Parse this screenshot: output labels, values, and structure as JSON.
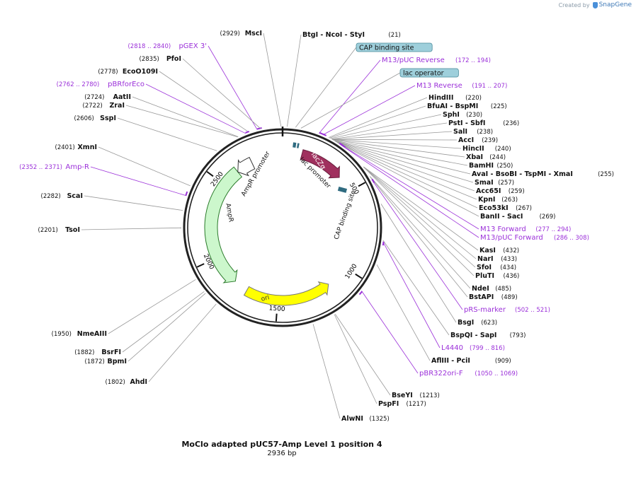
{
  "watermark": {
    "created_by": "Created by",
    "brand": "SnapGene"
  },
  "plasmid": {
    "name": "MoClo adapted pUC57-Amp Level 1 position 4",
    "size_label": "2936 bp",
    "length": 2936
  },
  "colors": {
    "backbone": "#222222",
    "enzyme_line": "#888888",
    "primer": "#9b30d9",
    "feature_label_bg": "#9ecfdb",
    "lacZa": "#a0305e",
    "ampR": "#ccf7cc",
    "ampR_promoter": "#ffffff",
    "ori": "#ffff00",
    "cap_site": "#2f6b80"
  },
  "ticks": [
    {
      "label": "500",
      "pos": 500
    },
    {
      "label": "1000",
      "pos": 1000
    },
    {
      "label": "1500",
      "pos": 1500
    },
    {
      "label": "2000",
      "pos": 2000
    },
    {
      "label": "2500",
      "pos": 2500
    }
  ],
  "features": {
    "lacZa": "lacZα",
    "lac_promoter": "lac promoter",
    "cap_binding_site": "CAP binding site",
    "ampR_promoter": "AmpR promoter",
    "ampR": "AmpR",
    "ori": "ori",
    "lac_operator_small": "lac operator"
  },
  "right_labels": [
    {
      "name": "BtgI - NcoI - StyI",
      "pos": "(21)",
      "type": "enzyme"
    },
    {
      "name": "CAP binding site",
      "pos": "",
      "type": "feature"
    },
    {
      "name": "M13/pUC Reverse",
      "pos": "(172 .. 194)",
      "type": "primer"
    },
    {
      "name": "lac operator",
      "pos": "",
      "type": "feature"
    },
    {
      "name": "M13 Reverse",
      "pos": "(191 .. 207)",
      "type": "primer"
    },
    {
      "name": "HindIII",
      "pos": "(220)",
      "type": "enzyme"
    },
    {
      "name": "BfuAI - BspMI",
      "pos": "(225)",
      "type": "enzyme"
    },
    {
      "name": "SphI",
      "pos": "(230)",
      "type": "enzyme"
    },
    {
      "name": "PstI - SbfI",
      "pos": "(236)",
      "type": "enzyme"
    },
    {
      "name": "SalI",
      "pos": "(238)",
      "type": "enzyme"
    },
    {
      "name": "AccI",
      "pos": "(239)",
      "type": "enzyme"
    },
    {
      "name": "HincII",
      "pos": "(240)",
      "type": "enzyme"
    },
    {
      "name": "XbaI",
      "pos": "(244)",
      "type": "enzyme"
    },
    {
      "name": "BamHI",
      "pos": "(250)",
      "type": "enzyme"
    },
    {
      "name": "AvaI - BsoBI - TspMI - XmaI",
      "pos": "(255)",
      "type": "enzyme"
    },
    {
      "name": "SmaI",
      "pos": "(257)",
      "type": "enzyme"
    },
    {
      "name": "Acc65I",
      "pos": "(259)",
      "type": "enzyme"
    },
    {
      "name": "KpnI",
      "pos": "(263)",
      "type": "enzyme"
    },
    {
      "name": "Eco53kI",
      "pos": "(267)",
      "type": "enzyme"
    },
    {
      "name": "BanII - SacI",
      "pos": "(269)",
      "type": "enzyme"
    },
    {
      "name": "M13 Forward",
      "pos": "(277 .. 294)",
      "type": "primer"
    },
    {
      "name": "M13/pUC Forward",
      "pos": "(286 .. 308)",
      "type": "primer"
    },
    {
      "name": "KasI",
      "pos": "(432)",
      "type": "enzyme"
    },
    {
      "name": "NarI",
      "pos": "(433)",
      "type": "enzyme"
    },
    {
      "name": "SfoI",
      "pos": "(434)",
      "type": "enzyme"
    },
    {
      "name": "PluTI",
      "pos": "(436)",
      "type": "enzyme"
    },
    {
      "name": "NdeI",
      "pos": "(485)",
      "type": "enzyme"
    },
    {
      "name": "BstAPI",
      "pos": "(489)",
      "type": "enzyme"
    },
    {
      "name": "pRS-marker",
      "pos": "(502 .. 521)",
      "type": "primer"
    },
    {
      "name": "BsgI",
      "pos": "(623)",
      "type": "enzyme"
    },
    {
      "name": "BspQI - SapI",
      "pos": "(793)",
      "type": "enzyme"
    },
    {
      "name": "L4440",
      "pos": "(799 .. 816)",
      "type": "primer"
    },
    {
      "name": "AflIII - PciI",
      "pos": "(909)",
      "type": "enzyme"
    },
    {
      "name": "pBR322ori-F",
      "pos": "(1050 .. 1069)",
      "type": "primer"
    },
    {
      "name": "BseYI",
      "pos": "(1213)",
      "type": "enzyme"
    },
    {
      "name": "PspFI",
      "pos": "(1217)",
      "type": "enzyme"
    },
    {
      "name": "AlwNI",
      "pos": "(1325)",
      "type": "enzyme"
    }
  ],
  "left_labels": [
    {
      "name": "MscI",
      "pos": "(2929)",
      "type": "enzyme"
    },
    {
      "name": "pGEX 3'",
      "pos": "(2818 .. 2840)",
      "type": "primer"
    },
    {
      "name": "PfoI",
      "pos": "(2835)",
      "type": "enzyme"
    },
    {
      "name": "EcoO109I",
      "pos": "(2778)",
      "type": "enzyme"
    },
    {
      "name": "pBRforEco",
      "pos": "(2762 .. 2780)",
      "type": "primer"
    },
    {
      "name": "AatII",
      "pos": "(2724)",
      "type": "enzyme"
    },
    {
      "name": "ZraI",
      "pos": "(2722)",
      "type": "enzyme"
    },
    {
      "name": "SspI",
      "pos": "(2606)",
      "type": "enzyme"
    },
    {
      "name": "XmnI",
      "pos": "(2401)",
      "type": "enzyme"
    },
    {
      "name": "Amp-R",
      "pos": "(2352 .. 2371)",
      "type": "primer"
    },
    {
      "name": "ScaI",
      "pos": "(2282)",
      "type": "enzyme"
    },
    {
      "name": "TsoI",
      "pos": "(2201)",
      "type": "enzyme"
    },
    {
      "name": "NmeAIII",
      "pos": "(1950)",
      "type": "enzyme"
    },
    {
      "name": "BsrFI",
      "pos": "(1882)",
      "type": "enzyme"
    },
    {
      "name": "BpmI",
      "pos": "(1872)",
      "type": "enzyme"
    },
    {
      "name": "AhdI",
      "pos": "(1802)",
      "type": "enzyme"
    }
  ]
}
